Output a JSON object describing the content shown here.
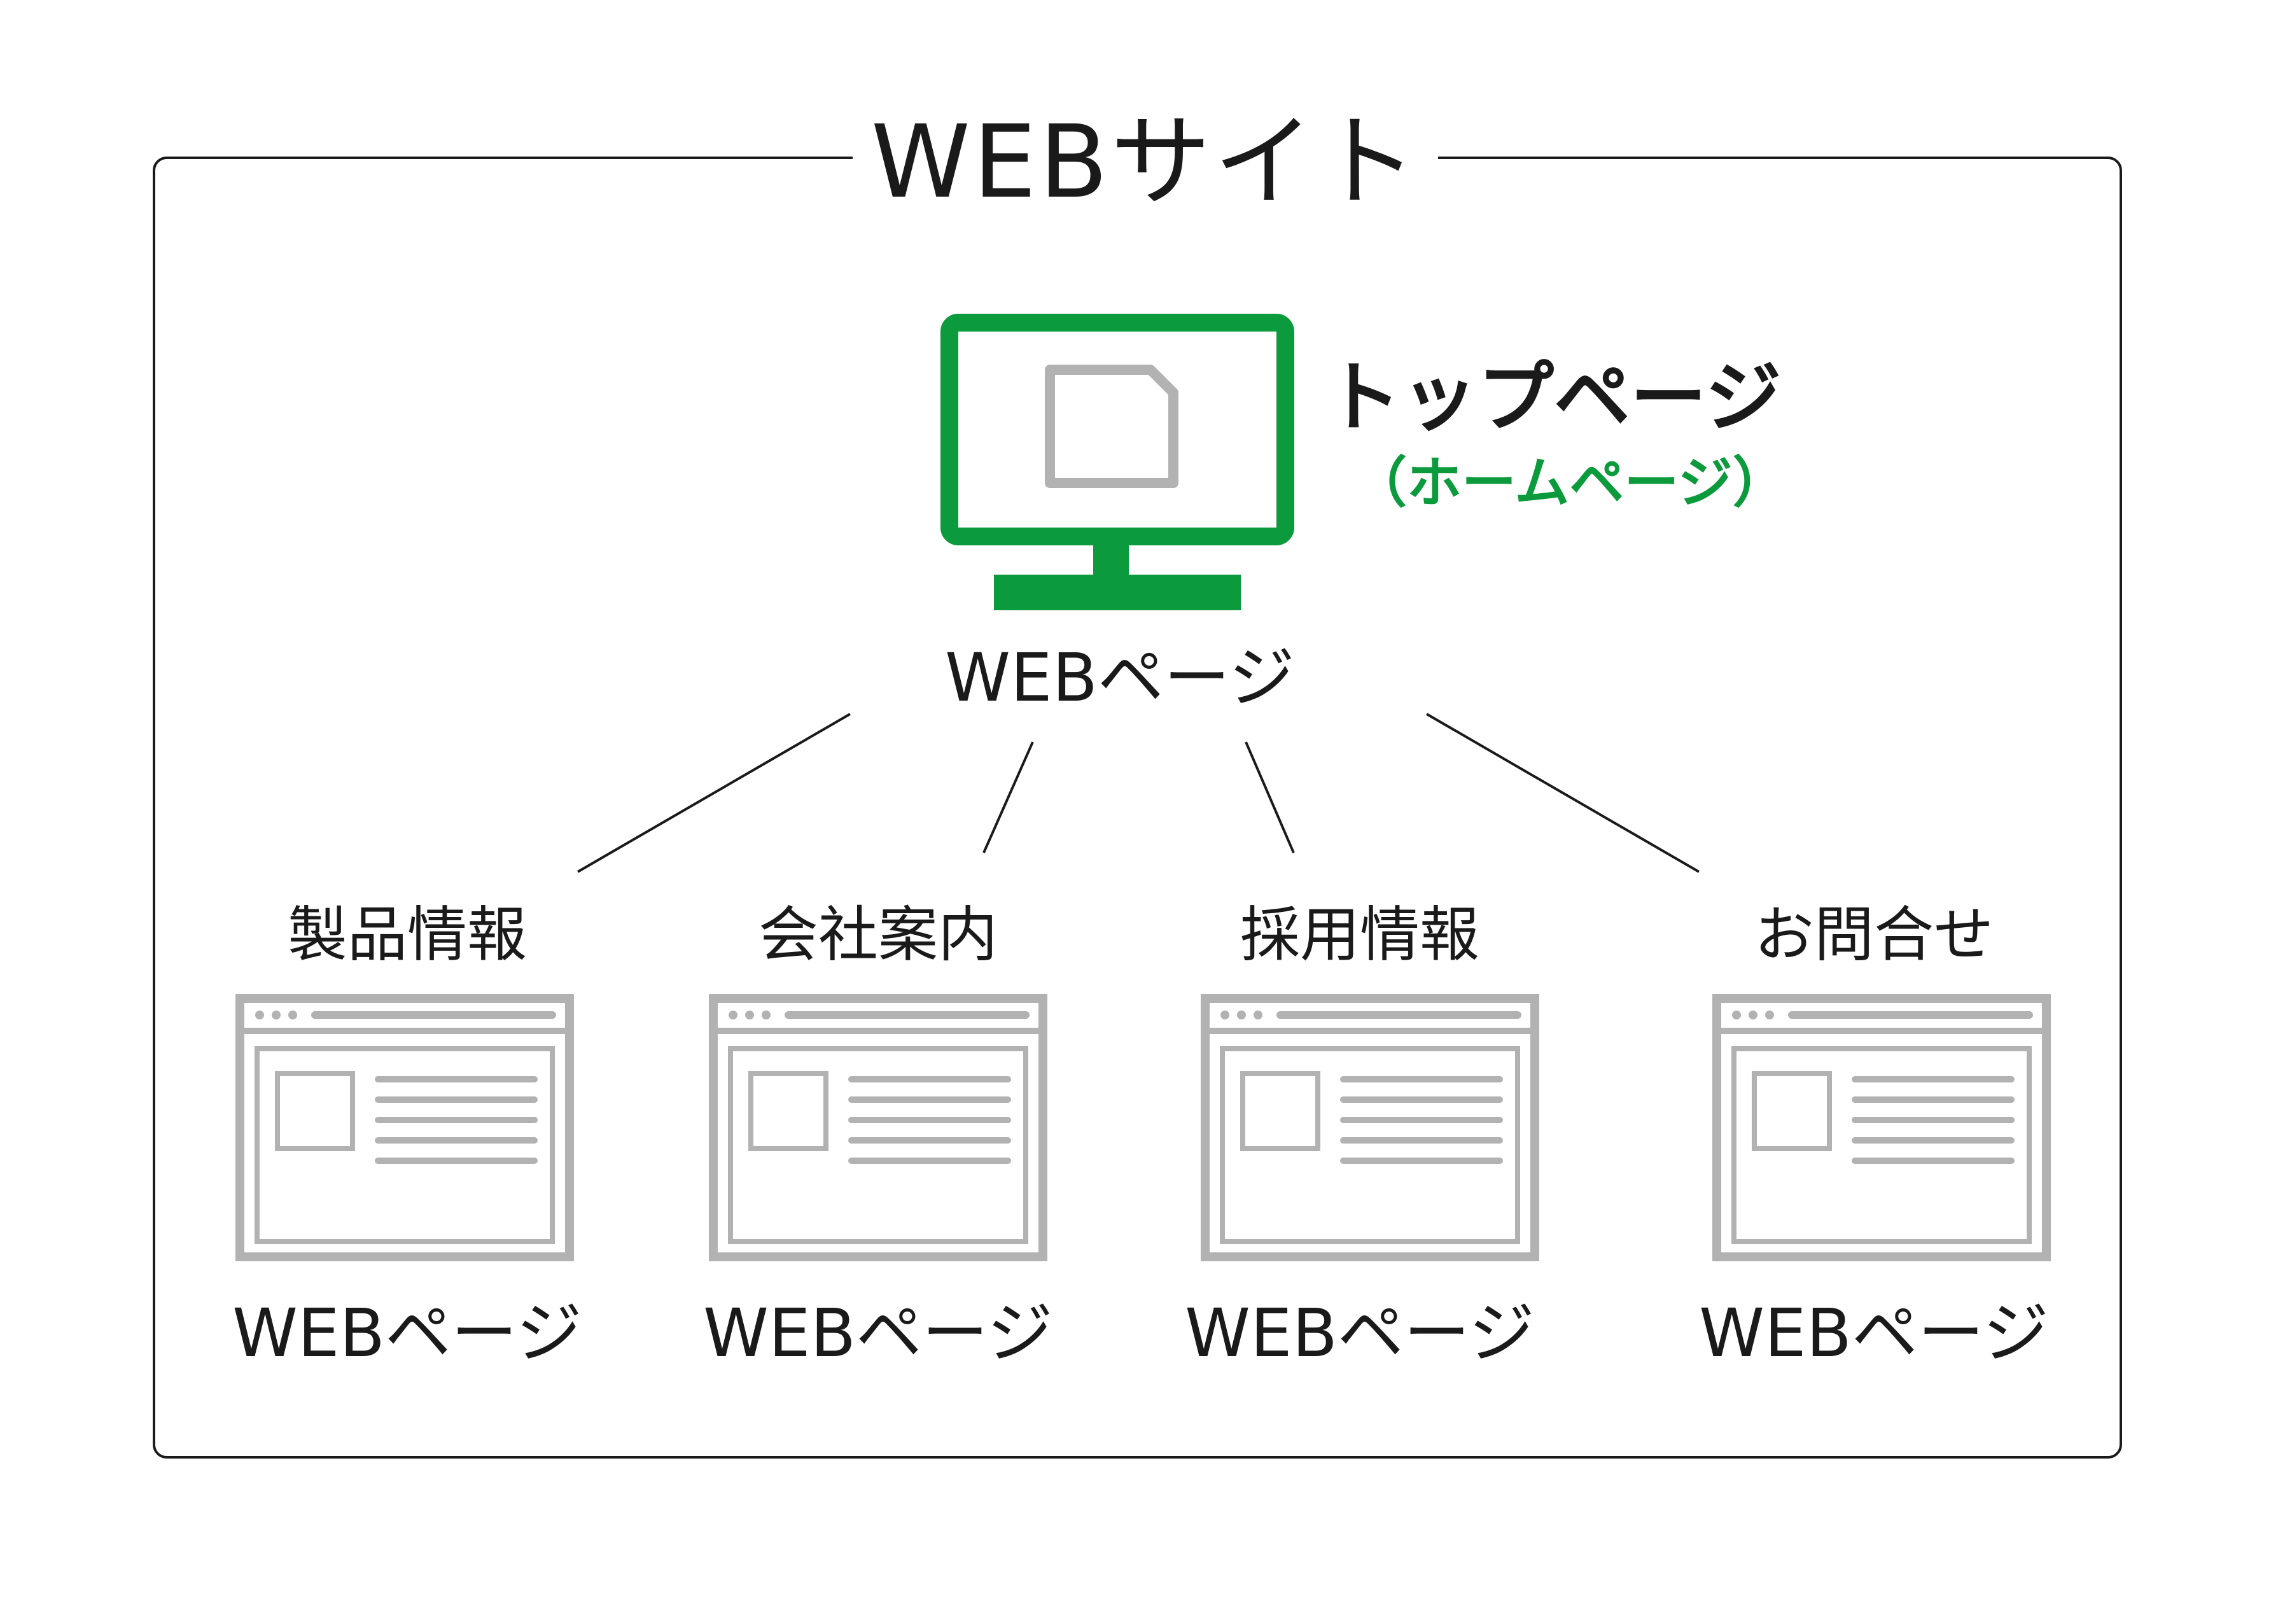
{
  "site": {
    "title": "WEBサイト"
  },
  "top_page": {
    "title": "トップページ",
    "subtitle": "（ホームページ）",
    "caption": "WEBページ",
    "icon": "monitor-document-icon"
  },
  "pages": [
    {
      "label": "製品情報",
      "caption": "WEBページ",
      "icon": "browser-window-icon"
    },
    {
      "label": "会社案内",
      "caption": "WEBページ",
      "icon": "browser-window-icon"
    },
    {
      "label": "採用情報",
      "caption": "WEBページ",
      "icon": "browser-window-icon"
    },
    {
      "label": "お問合せ",
      "caption": "WEBページ",
      "icon": "browser-window-icon"
    }
  ],
  "colors": {
    "accent": "#0b9a3c",
    "icon_gray": "#b2b2b2",
    "line": "#1a1a1a",
    "text": "#1a1a1a"
  }
}
